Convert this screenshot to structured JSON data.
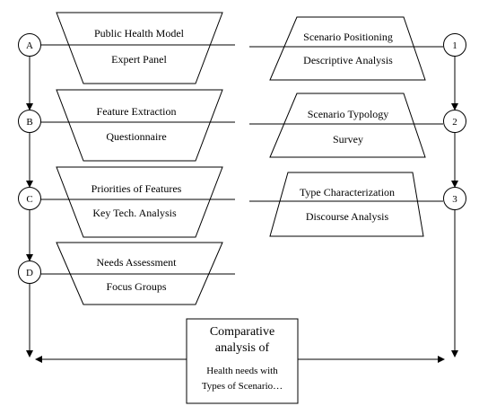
{
  "left_nodes": [
    {
      "label": "A"
    },
    {
      "label": "B"
    },
    {
      "label": "C"
    },
    {
      "label": "D"
    }
  ],
  "right_nodes": [
    {
      "label": "1"
    },
    {
      "label": "2"
    },
    {
      "label": "3"
    }
  ],
  "left_shapes": [
    {
      "top": "Public Health Model",
      "bottom": "Expert Panel"
    },
    {
      "top": "Feature Extraction",
      "bottom": "Questionnaire"
    },
    {
      "top": "Priorities of Features",
      "bottom": "Key Tech. Analysis"
    },
    {
      "top": "Needs Assessment",
      "bottom": "Focus Groups"
    }
  ],
  "right_shapes": [
    {
      "top": "Scenario Positioning",
      "bottom": "Descriptive Analysis"
    },
    {
      "top": "Scenario Typology",
      "bottom": "Survey"
    },
    {
      "top": "Type Characterization",
      "bottom": "Discourse Analysis"
    }
  ],
  "center_box": {
    "line1": "Comparative",
    "line2": "analysis of",
    "line3": "Health needs with",
    "line4": "Types of Scenario…"
  }
}
